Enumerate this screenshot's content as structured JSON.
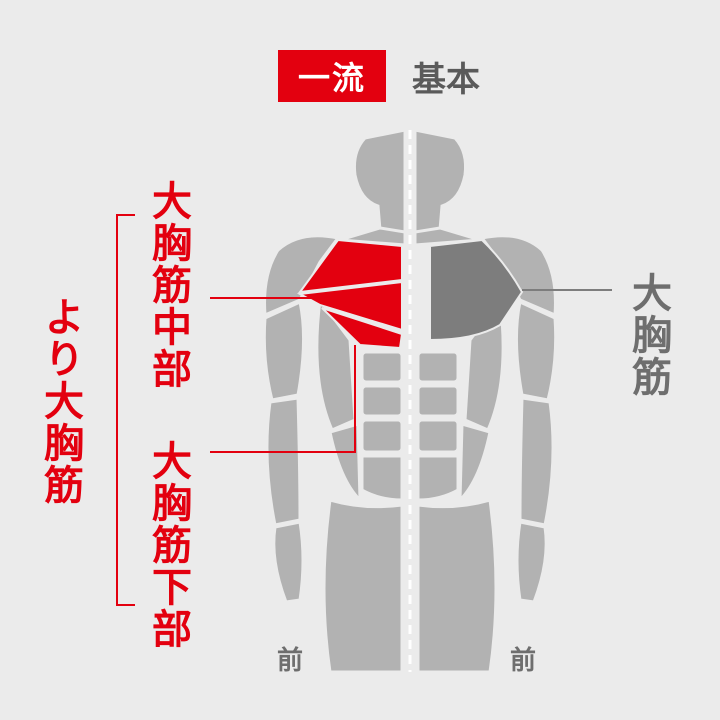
{
  "badge": {
    "text": "一流"
  },
  "header": {
    "basic_label": "基本"
  },
  "labels": {
    "left_more": "より大胸筋",
    "mid": "大胸筋中部",
    "lower": "大胸筋下部",
    "right_basic": "大胸筋",
    "front_left": "前",
    "front_right": "前"
  },
  "colors": {
    "accent_red": "#e3000f",
    "body_gray": "#b2b2b2",
    "muscle_dark_gray": "#7d7d7d",
    "background": "#ebebeb",
    "text_gray": "#6e6e6e"
  }
}
